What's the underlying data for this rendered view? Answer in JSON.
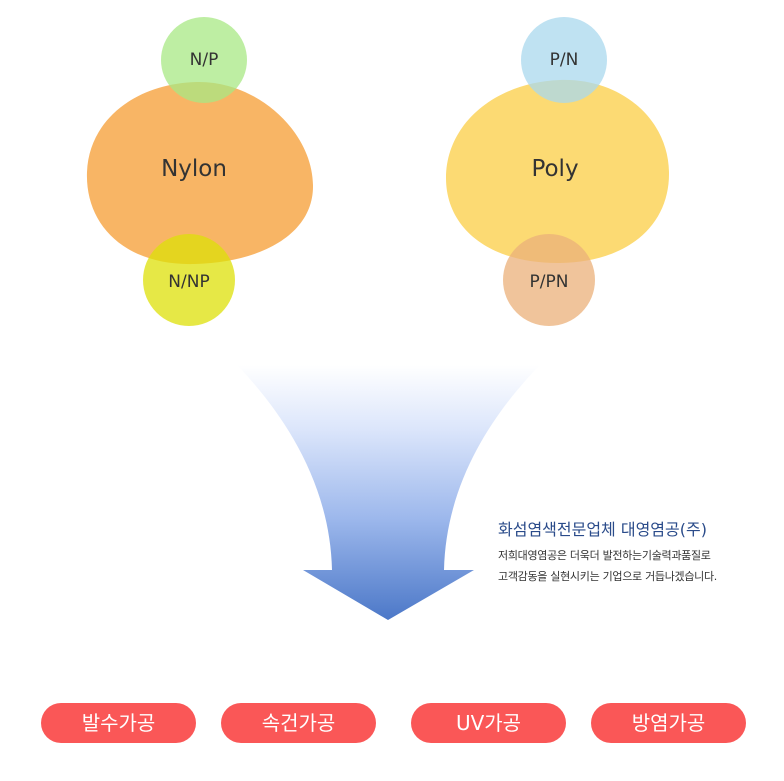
{
  "colors": {
    "nylon": "#f7a84a",
    "poly": "#fcd45a",
    "np": "#b4ec96",
    "nnp": "#dde008",
    "pn": "#b8dff0",
    "ppn": "#f0c090",
    "arrow_top": "#ffffff",
    "arrow_bottom": "#4c78c8",
    "pill": "#fa5757",
    "company_text": "#2a4b8a"
  },
  "groups": {
    "nylon": {
      "label": "Nylon",
      "top": "N/P",
      "bottom": "N/NP"
    },
    "poly": {
      "label": "Poly",
      "top": "P/N",
      "bottom": "P/PN"
    }
  },
  "company": {
    "title": "화섬염색전문업체 대영염공(주)",
    "line1": "저희대영염공은 더욱더 발전하는기술력과품질로",
    "line2": "고객감동을 실현시키는 기업으로 거듭나겠습니다."
  },
  "processes": [
    "발수가공",
    "속건가공",
    "UV가공",
    "방염가공"
  ]
}
